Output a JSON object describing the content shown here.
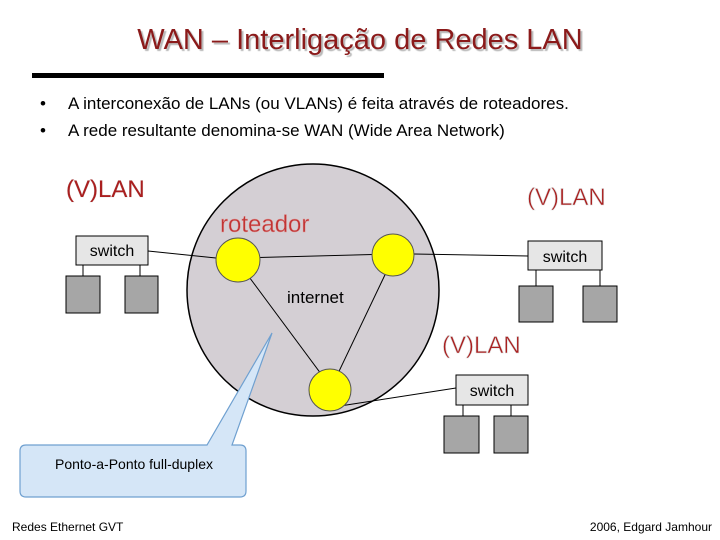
{
  "title": "WAN – Interligação de Redes LAN",
  "bullets": [
    "A interconexão de LANs (ou VLANs) é feita através de roteadores.",
    "A rede resultante denomina-se WAN (Wide Area Network)"
  ],
  "diagram": {
    "lan_labels": [
      "(V)LAN",
      "(V)LAN",
      "(V)LAN"
    ],
    "switch_labels": [
      "switch",
      "switch",
      "switch"
    ],
    "router_label": "roteador",
    "internet_label": "internet",
    "callout": "Ponto-a-Ponto full-duplex"
  },
  "colors": {
    "title": "#8b1a1a",
    "lan_label": "#aa1f1f",
    "router_label": "#c13434",
    "cloud": "#d4cfd4",
    "router_fill": "#ffff00",
    "host_fill": "#a6a6a6",
    "switch_fill": "#e6e6e6",
    "callout_fill": "#d5e6f7",
    "callout_stroke": "#6fa0d0"
  },
  "footer": {
    "left": "Redes Ethernet GVT",
    "right": "2006, Edgard Jamhour"
  }
}
